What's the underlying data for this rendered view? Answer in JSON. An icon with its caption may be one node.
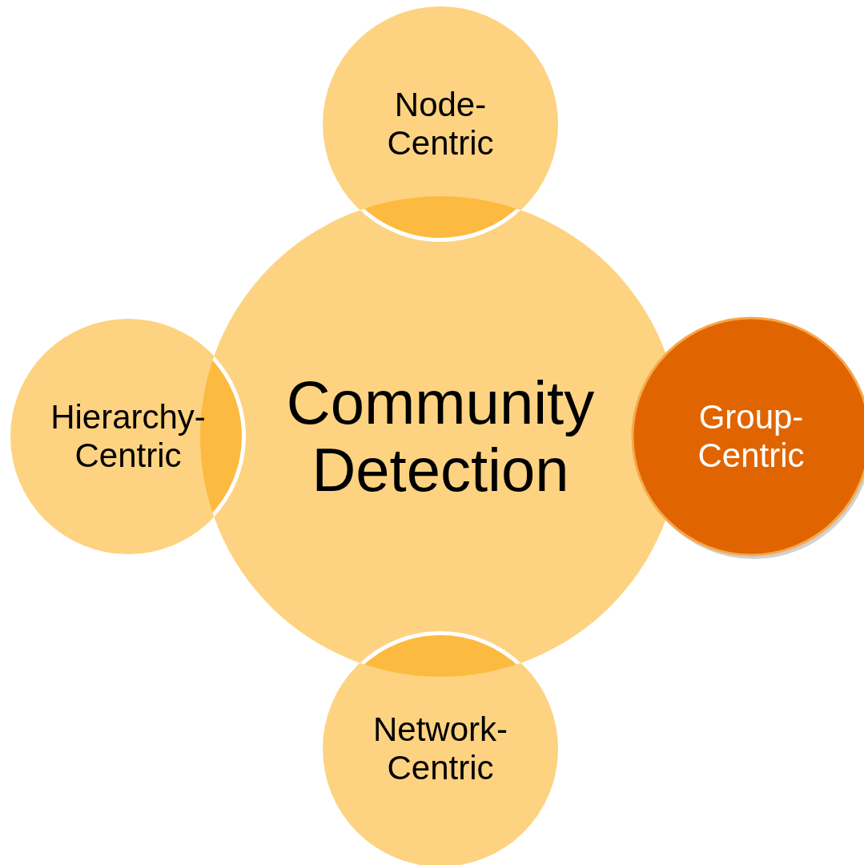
{
  "diagram": {
    "nodes": [
      {
        "text": [
          "Community Detection"
        ]
      },
      {
        "text": [
          "Node- Centric"
        ]
      },
      {
        "text": [
          "Hierarchy- Centric"
        ]
      },
      {
        "text": [
          "Group- Centric"
        ]
      },
      {
        "text": [
          "Network- Centric"
        ]
      }
    ]
  }
}
